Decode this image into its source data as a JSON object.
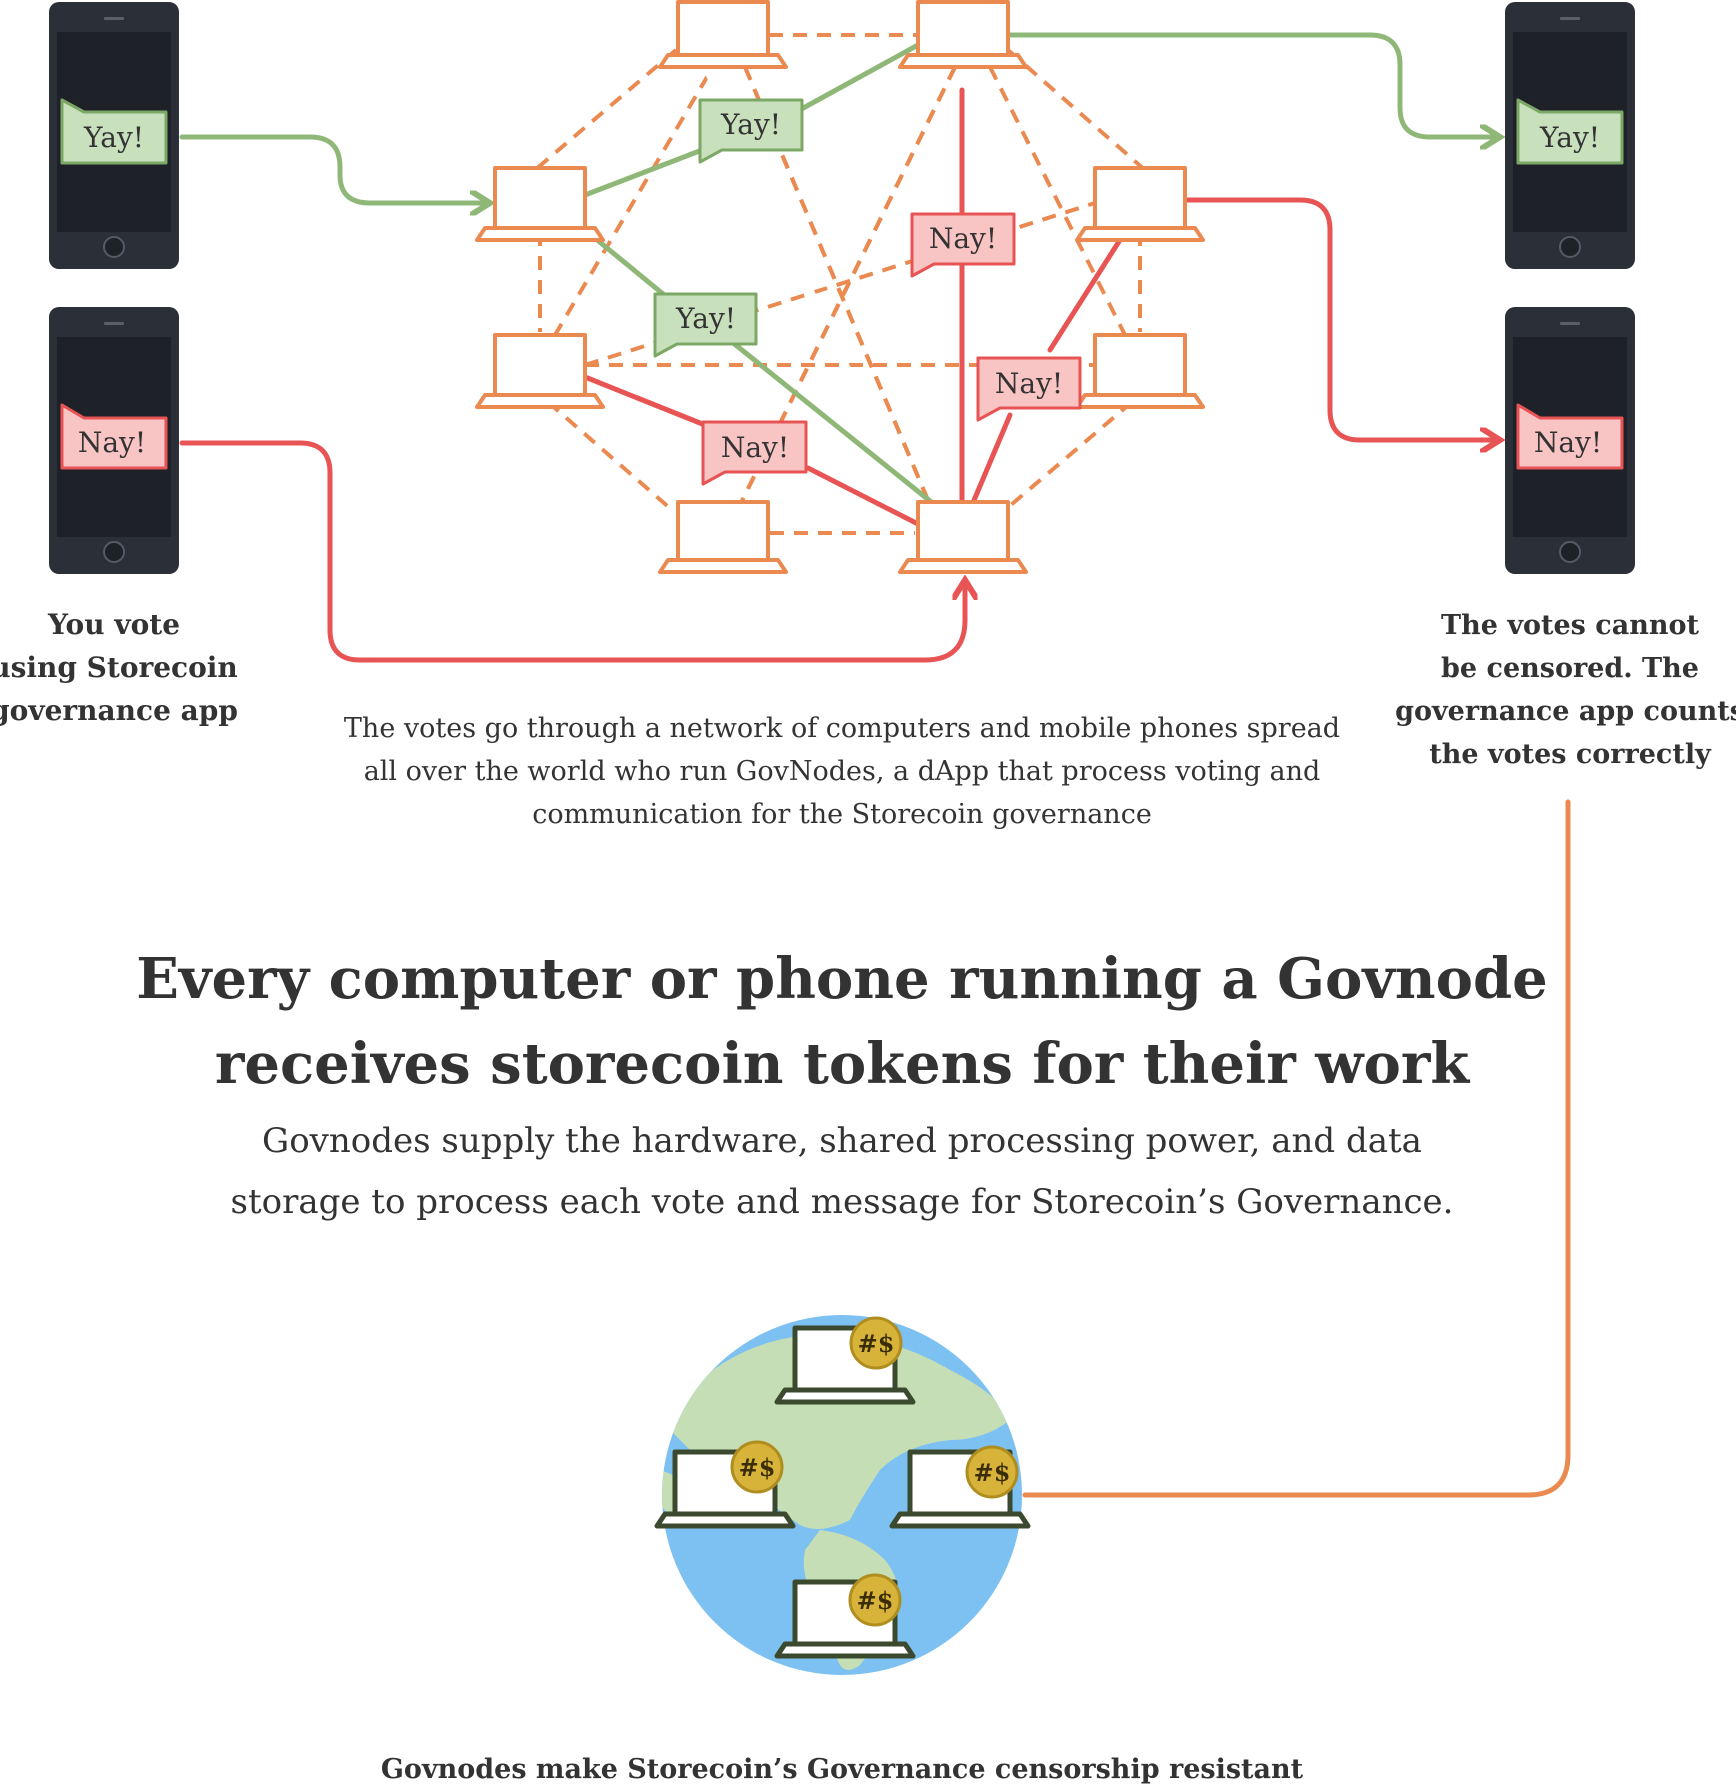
{
  "colors": {
    "green": "#8fb878",
    "green_fill": "#c9e0bd",
    "green_stroke": "#7ca866",
    "red": "#e85454",
    "red_fill": "#f9c4c4",
    "orange": "#ea8a51",
    "phone_body": "#2b2f38",
    "text": "#333333",
    "ocean": "#7dc0f2",
    "land": "#c5deb6",
    "coin": "#d7b33a",
    "laptop_dark": "#3b4a2e"
  },
  "bubbles": {
    "yay": "Yay!",
    "nay": "Nay!"
  },
  "captions": {
    "left": [
      "You vote",
      "using Storecoin",
      "governance app"
    ],
    "center": [
      "The votes go through a network of computers and mobile phones spread",
      "all over the world who run GovNodes, a dApp that process voting and",
      "communication for the Storecoin governance"
    ],
    "right": [
      "The votes cannot",
      "be censored. The",
      "governance app counts",
      "the votes correctly"
    ]
  },
  "heading": {
    "line1": "Every computer or phone running a Govnode",
    "line2": "receives storecoin tokens for their work"
  },
  "subheading": {
    "line1": "Govnodes supply the hardware, shared processing power, and data",
    "line2": "storage to process each vote and message for Storecoin’s Governance."
  },
  "coin_label": "#$",
  "footer": "Govnodes make Storecoin’s Governance censorship resistant"
}
